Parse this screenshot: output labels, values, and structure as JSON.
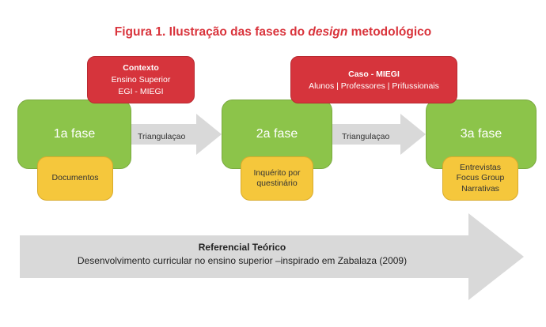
{
  "title": {
    "prefix": "Figura 1. Ilustração das fases do ",
    "emphasis": "design",
    "suffix": " metodológico"
  },
  "phases": [
    {
      "label": "1a fase",
      "detail": [
        "Documentos"
      ]
    },
    {
      "label": "2a fase",
      "detail": [
        "Inquérito por",
        "questinário"
      ]
    },
    {
      "label": "3a fase",
      "detail": [
        "Entrevistas",
        "Focus Group",
        "Narrativas"
      ]
    }
  ],
  "context_box": {
    "heading": "Contexto",
    "line1": "Ensino Superior",
    "line2": "EGI - MIEGI"
  },
  "case_box": {
    "heading": "Caso - MIEGI",
    "line1": "Alunos | Professores | Prifussionais"
  },
  "connectors": [
    "Triangulaçao",
    "Triangulaçao"
  ],
  "reference": {
    "title": "Referencial Teórico",
    "subtitle": "Desenvolvimento curricular no ensino superior –inspirado em Zabalaza (2009)"
  },
  "colors": {
    "green": "#8cc44a",
    "red": "#d6343c",
    "yellow": "#f5c73c",
    "arrow": "#d9d9d9",
    "title": "#d9343c"
  }
}
